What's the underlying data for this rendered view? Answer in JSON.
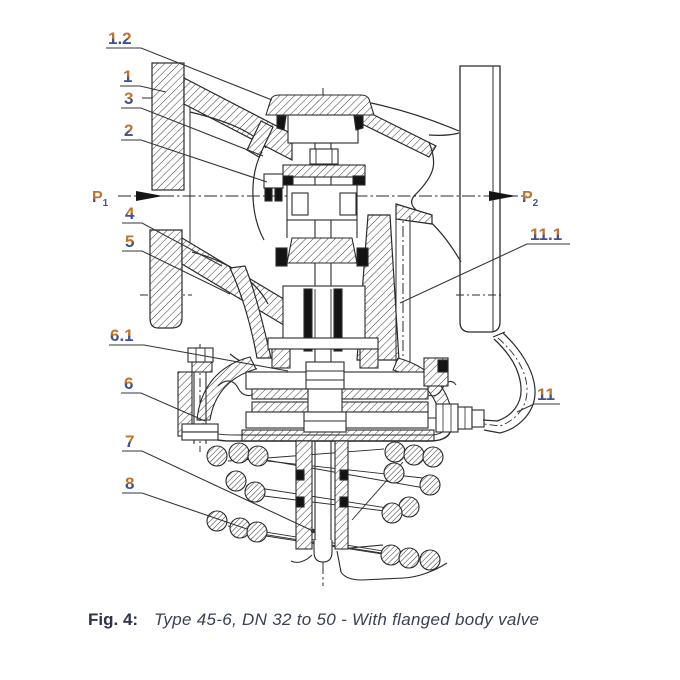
{
  "figure_caption": {
    "label": "Fig. 4:",
    "text": "Type 45-6, DN 32 to 50 - With flanged body valve"
  },
  "pressure_labels": {
    "p1": {
      "base": "P",
      "sub": "1"
    },
    "p2": {
      "base": "P",
      "sub": "2"
    }
  },
  "part_callouts": [
    {
      "label": "1.2"
    },
    {
      "label": "1"
    },
    {
      "label": "3"
    },
    {
      "label": "2"
    },
    {
      "label": "4"
    },
    {
      "label": "5"
    },
    {
      "label": "6.1"
    },
    {
      "label": "6"
    },
    {
      "label": "7"
    },
    {
      "label": "8"
    },
    {
      "label": "11.1"
    },
    {
      "label": "11"
    }
  ],
  "colors": {
    "line": "#2b2b2b",
    "leader": "#33363f",
    "callout_top": "#c0732e",
    "callout_bottom": "#3e5292",
    "caption": "#3a4055",
    "background": "#ffffff"
  }
}
